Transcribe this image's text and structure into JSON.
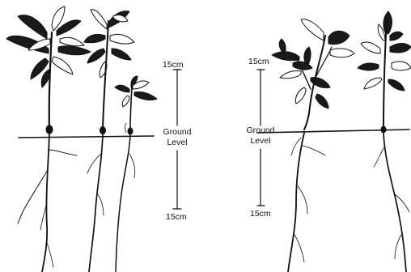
{
  "panels": [
    {
      "id": "left",
      "scale": {
        "top": "15cm",
        "middle_line1": "Ground",
        "middle_line2": "Level",
        "bottom": "15cm"
      }
    },
    {
      "id": "right",
      "scale": {
        "top": "15cm",
        "middle_line1": "Ground",
        "middle_line2": "Level",
        "bottom": "15cm"
      }
    }
  ],
  "colors": {
    "ink": "#111111",
    "background": "#ffffff"
  }
}
